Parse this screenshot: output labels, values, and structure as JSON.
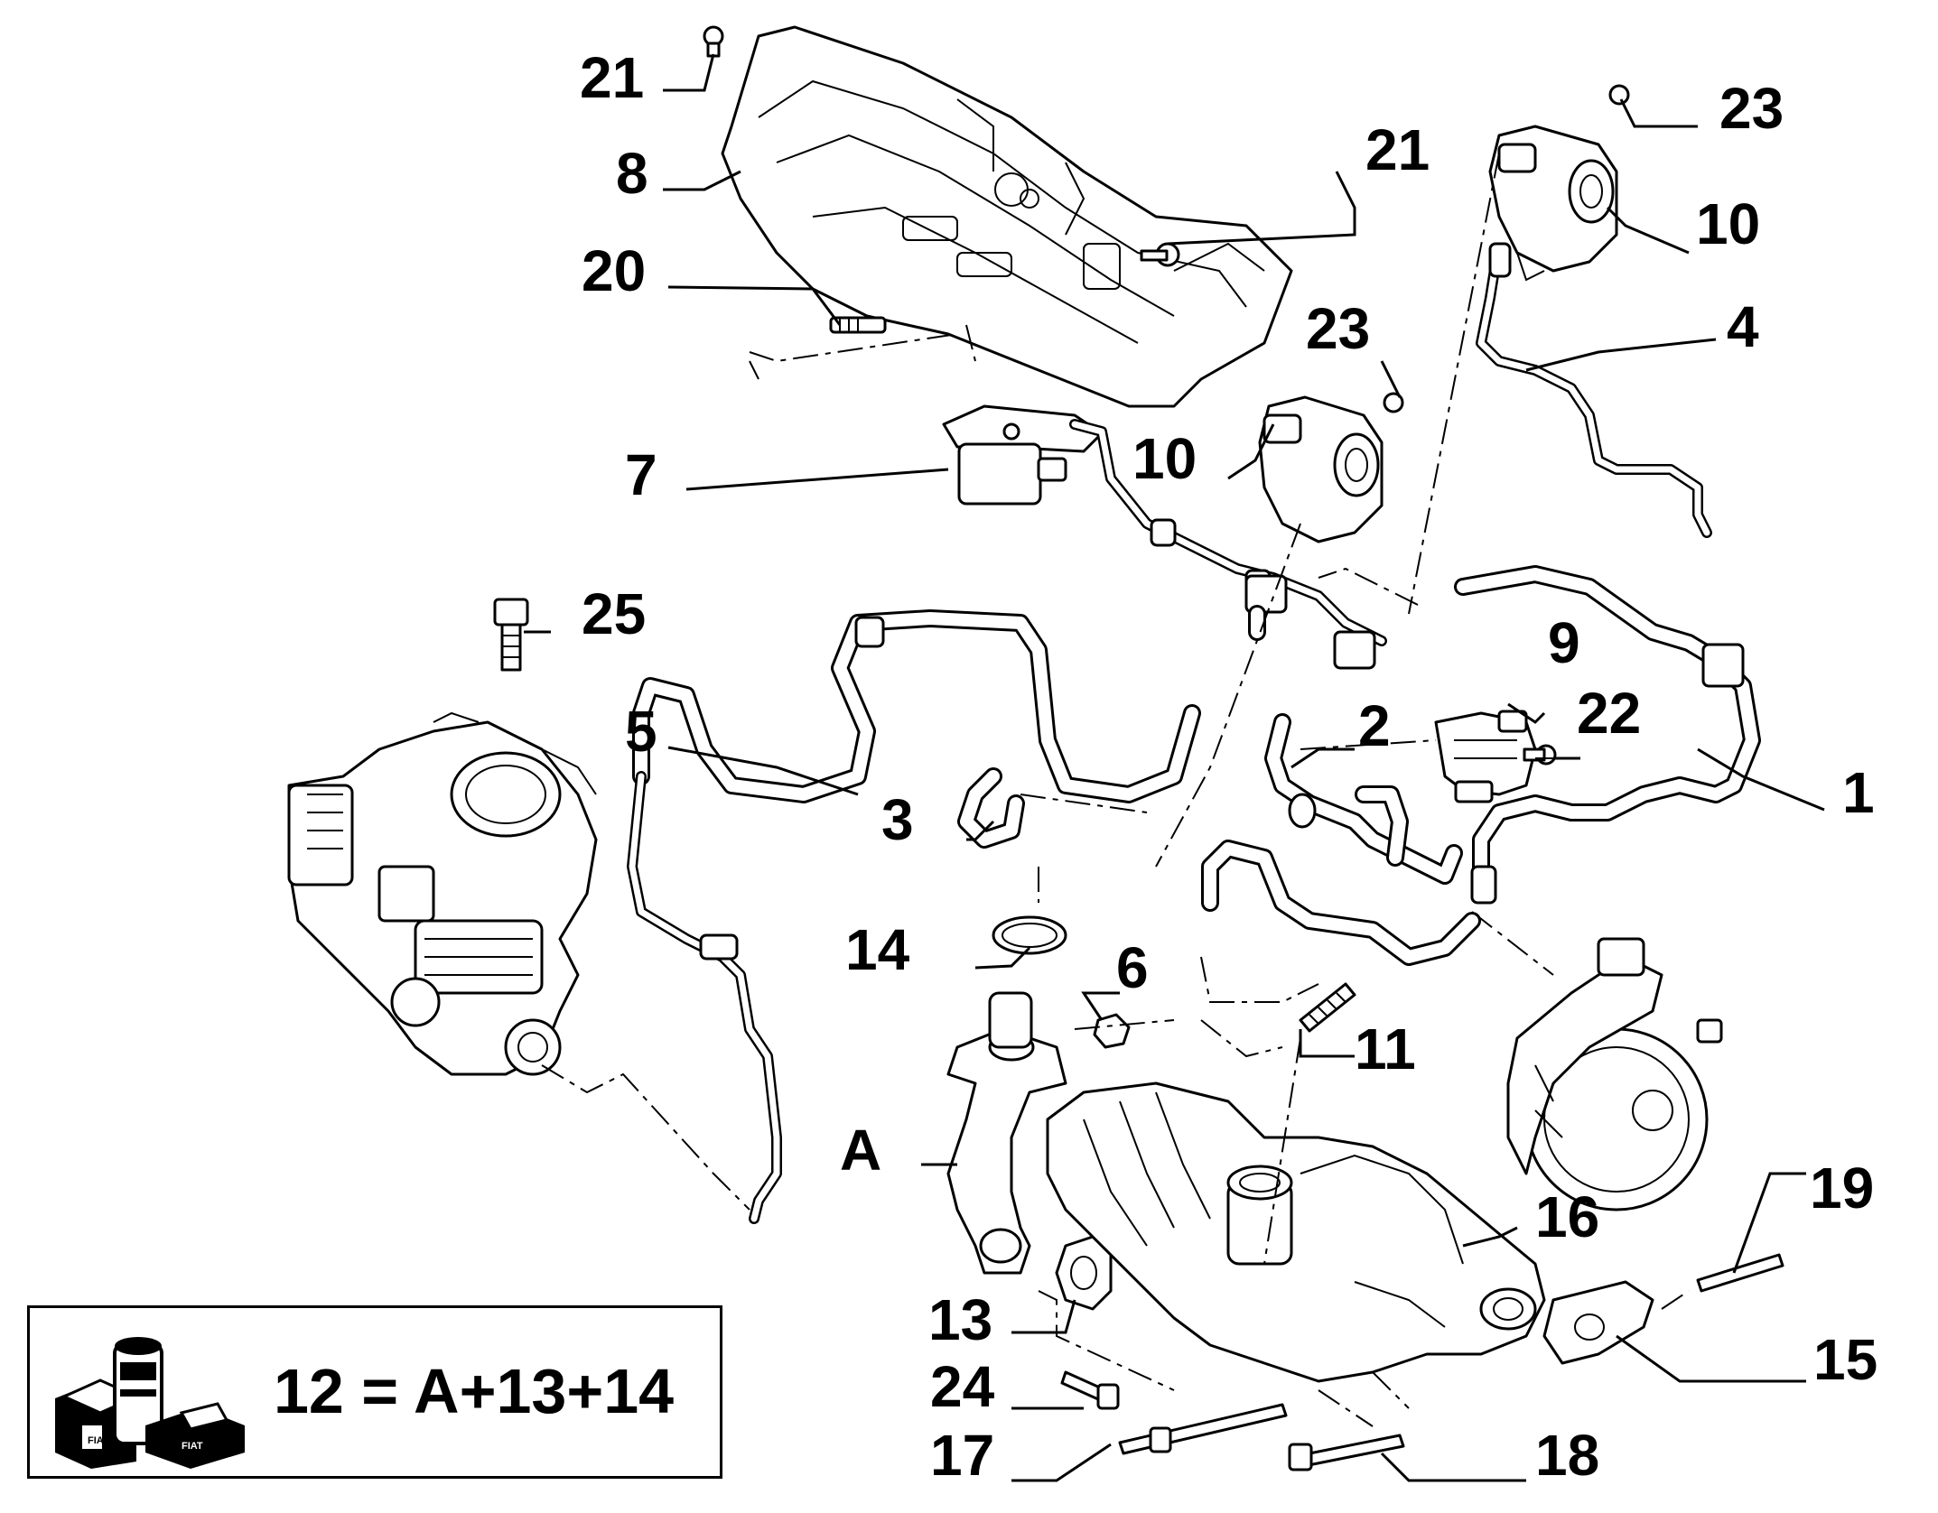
{
  "callouts": {
    "c1": "1",
    "c2": "2",
    "c3": "3",
    "c4": "4",
    "c5": "5",
    "c6": "6",
    "c7": "7",
    "c8": "8",
    "c9": "9",
    "c10a": "10",
    "c10b": "10",
    "c11": "11",
    "c13": "13",
    "c14": "14",
    "c15": "15",
    "c16": "16",
    "c17": "17",
    "c18": "18",
    "c19": "19",
    "c20": "20",
    "c21a": "21",
    "c21b": "21",
    "c22": "22",
    "c23a": "23",
    "c23b": "23",
    "c24": "24",
    "c25": "25",
    "cA": "A"
  },
  "formula": {
    "text": "12 = A+13+14",
    "icon": "kit-box-icon",
    "brand_marks": [
      "FIAT",
      "FIAT"
    ]
  }
}
